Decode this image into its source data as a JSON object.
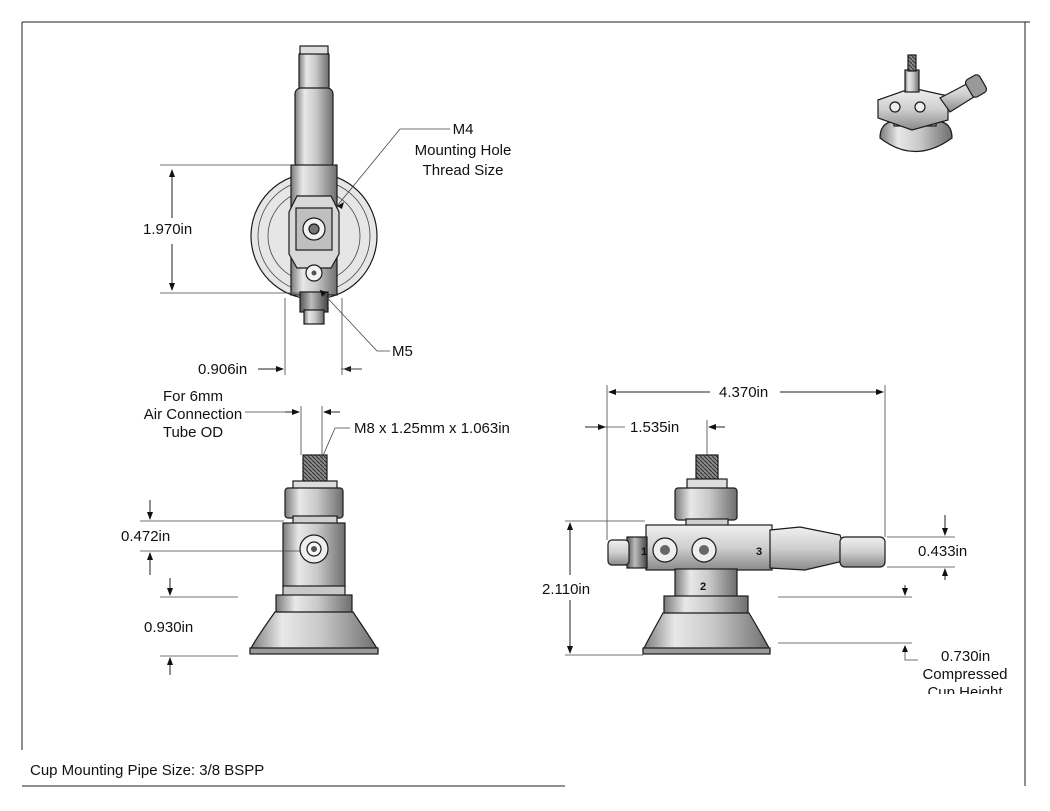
{
  "dimensions": {
    "top_height": "1.970in",
    "top_width": "0.906in",
    "front_upper": "0.472in",
    "front_lower": "0.930in",
    "thread": "M8 x 1.25mm x 1.063in",
    "side_overall_length": "4.370in",
    "side_offset": "1.535in",
    "side_height": "2.110in",
    "side_small": "0.433in",
    "side_cup": "0.730in"
  },
  "callouts": {
    "m4_line1": "M4",
    "m4_line2": "Mounting Hole",
    "m4_line3": "Thread Size",
    "m5": "M5",
    "air_line1": "For 6mm",
    "air_line2": "Air Connection",
    "air_line3": "Tube OD",
    "cup_line1": "Compressed",
    "cup_line2": "Cup Height"
  },
  "port_labels": [
    "1",
    "2",
    "3"
  ],
  "footer_note": "Cup Mounting Pipe Size: 3/8 BSPP"
}
